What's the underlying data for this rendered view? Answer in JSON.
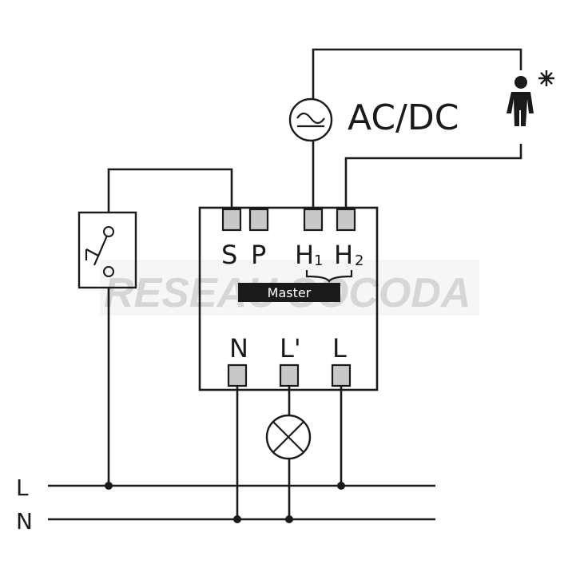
{
  "terminals_top": [
    "S",
    "P",
    "H",
    "H"
  ],
  "terminals_top_sub": [
    "",
    "",
    "1",
    "2"
  ],
  "terminals_bottom": [
    "N",
    "L'",
    "L"
  ],
  "module_label": "Master",
  "source_label": "AC/DC",
  "bus_labels": [
    "L",
    "N"
  ],
  "watermark": "RESEAU SOCODA",
  "icons": [
    "ac-dc-source-icon",
    "push-button-icon",
    "presence-detector-icon",
    "lamp-icon"
  ],
  "colors": {
    "line": "#1a1a1a",
    "terminal": "#c8c8c8",
    "label_bar": "#1a1a1a",
    "watermark": "#d6d6d6"
  }
}
